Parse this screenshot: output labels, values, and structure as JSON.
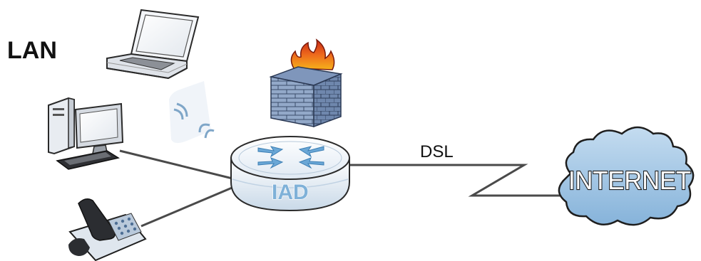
{
  "diagram": {
    "lan_label": "LAN",
    "dsl_label": "DSL",
    "router_label": "IAD",
    "internet_label": "INTERNET"
  },
  "devices": [
    {
      "name": "laptop",
      "icon": "laptop-icon"
    },
    {
      "name": "desktop-computer",
      "icon": "desktop-computer-icon"
    },
    {
      "name": "telephone",
      "icon": "telephone-icon"
    },
    {
      "name": "firewall",
      "icon": "firewall-icon"
    },
    {
      "name": "router",
      "icon": "router-icon"
    },
    {
      "name": "internet-cloud",
      "icon": "cloud-icon"
    },
    {
      "name": "wireless-signal",
      "icon": "wifi-signal-icon"
    }
  ],
  "colors": {
    "line": "#4a4a4a",
    "router_body": "#ecf3fa",
    "router_accent": "#6aa7d6",
    "cloud_fill": "#9fc4e3",
    "firewall_brick": "#8aa2c4",
    "flame": "#e65a1e"
  }
}
